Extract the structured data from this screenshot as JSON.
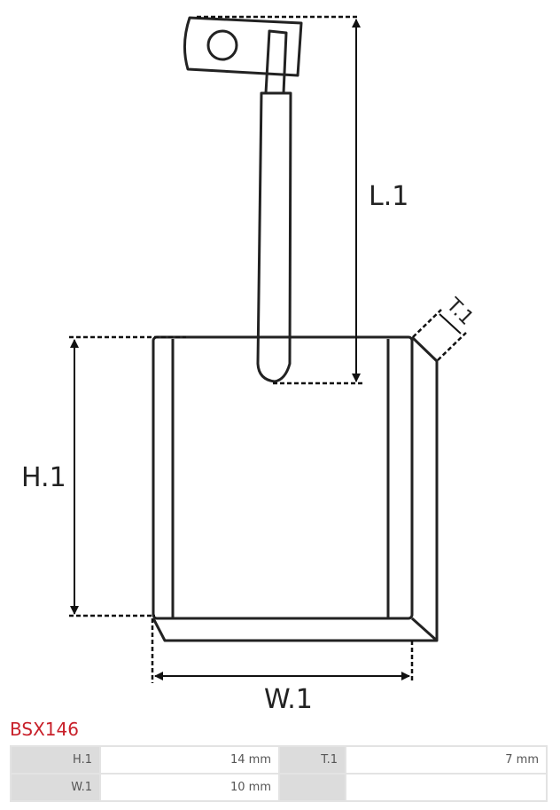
{
  "diagram": {
    "labels": {
      "length": "L.1",
      "height": "H.1",
      "width": "W.1",
      "thickness": "T.1"
    }
  },
  "product": {
    "code": "BSX146",
    "specs": [
      [
        {
          "label": "H.1",
          "value": "14 mm"
        },
        {
          "label": "T.1",
          "value": "7 mm"
        }
      ],
      [
        {
          "label": "W.1",
          "value": "10 mm"
        },
        {
          "label": "",
          "value": ""
        }
      ]
    ]
  }
}
